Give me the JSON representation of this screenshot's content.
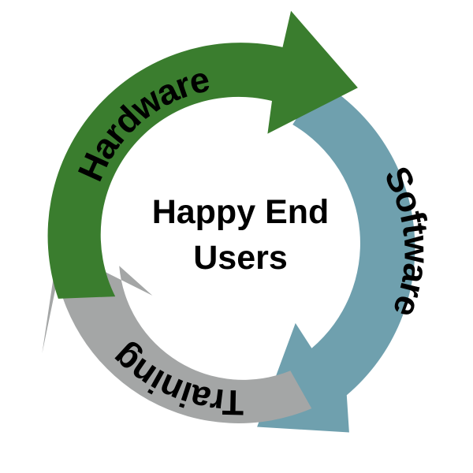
{
  "center": {
    "line1": "Happy End",
    "line2": "Users"
  },
  "segments": [
    {
      "label": "Hardware",
      "color": "#3a7d2e"
    },
    {
      "label": "Software",
      "color": "#6fa0ae"
    },
    {
      "label": "Training",
      "color": "#a4a6a6"
    }
  ],
  "colors": {
    "background": "#ffffff",
    "text": "#000000"
  }
}
